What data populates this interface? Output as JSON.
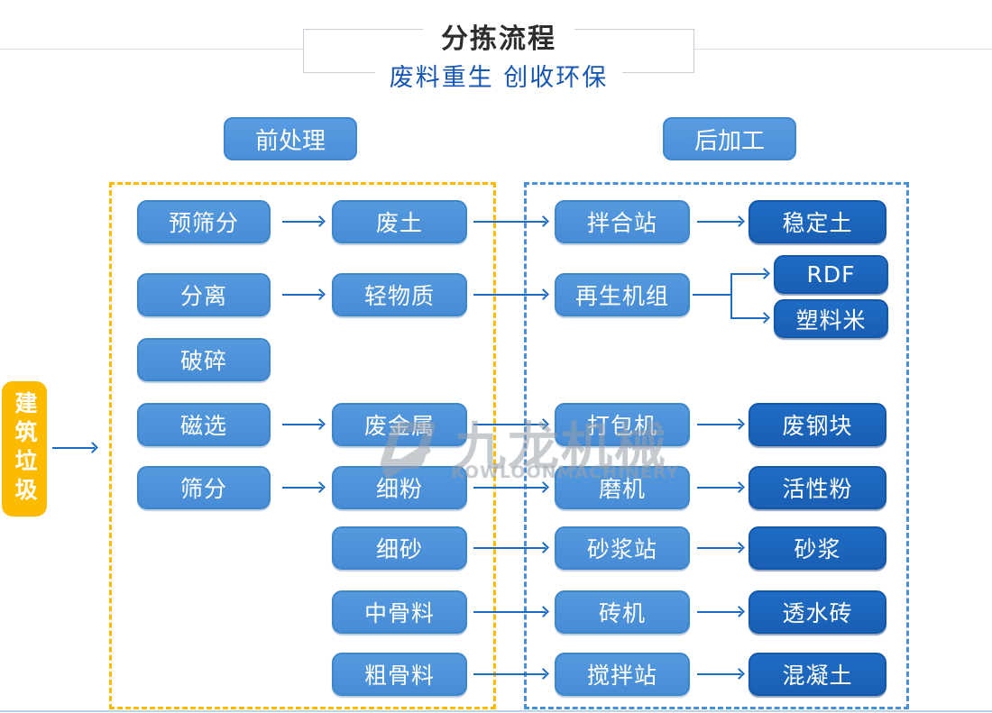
{
  "header": {
    "title": "分拣流程",
    "subtitle": "废料重生 创收环保"
  },
  "sections": {
    "pre_label": "前处理",
    "post_label": "后加工"
  },
  "source_label": "建筑垃圾",
  "watermark": {
    "cn": "九龙机械",
    "en": "KOWLOONMACHINERY"
  },
  "nodes": {
    "yushaifen": {
      "label": "预筛分"
    },
    "fenli": {
      "label": "分离"
    },
    "posui": {
      "label": "破碎"
    },
    "cixuan": {
      "label": "磁选"
    },
    "shaifen": {
      "label": "筛分"
    },
    "feitu": {
      "label": "废土"
    },
    "qingwuzhi": {
      "label": "轻物质"
    },
    "feijinshu": {
      "label": "废金属"
    },
    "xifen": {
      "label": "细粉"
    },
    "xisha": {
      "label": "细砂"
    },
    "zhongguliao": {
      "label": "中骨料"
    },
    "cuguliao": {
      "label": "粗骨料"
    },
    "banhezhan": {
      "label": "拌合站"
    },
    "zaishengjizu": {
      "label": "再生机组"
    },
    "dabaoji": {
      "label": "打包机"
    },
    "moji": {
      "label": "磨机"
    },
    "shajiangzhan": {
      "label": "砂浆站"
    },
    "zhuanji": {
      "label": "砖机"
    },
    "jiaobanzhan": {
      "label": "搅拌站"
    },
    "wendingtu": {
      "label": "稳定土"
    },
    "rdf": {
      "label": "RDF"
    },
    "suliaomi": {
      "label": "塑料米"
    },
    "feigangkuai": {
      "label": "废钢块"
    },
    "huoxingfen": {
      "label": "活性粉"
    },
    "shajiang": {
      "label": "砂浆"
    },
    "toushuizhuan": {
      "label": "透水砖"
    },
    "hunningtu": {
      "label": "混凝土"
    }
  },
  "edges": [
    {
      "from": "建筑垃圾",
      "to": "前处理"
    },
    {
      "from": "预筛分",
      "to": "废土"
    },
    {
      "from": "分离",
      "to": "轻物质"
    },
    {
      "from": "磁选",
      "to": "废金属"
    },
    {
      "from": "筛分",
      "to": "细粉"
    },
    {
      "from": "废土",
      "to": "拌合站"
    },
    {
      "from": "轻物质",
      "to": "再生机组"
    },
    {
      "from": "废金属",
      "to": "打包机"
    },
    {
      "from": "细粉",
      "to": "磨机"
    },
    {
      "from": "细砂",
      "to": "砂浆站"
    },
    {
      "from": "中骨料",
      "to": "砖机"
    },
    {
      "from": "粗骨料",
      "to": "搅拌站"
    },
    {
      "from": "拌合站",
      "to": "稳定土"
    },
    {
      "from": "再生机组",
      "to": "RDF"
    },
    {
      "from": "再生机组",
      "to": "塑料米"
    },
    {
      "from": "打包机",
      "to": "废钢块"
    },
    {
      "from": "磨机",
      "to": "活性粉"
    },
    {
      "from": "砂浆站",
      "to": "砂浆"
    },
    {
      "from": "砖机",
      "to": "透水砖"
    },
    {
      "from": "搅拌站",
      "to": "混凝土"
    }
  ],
  "colors": {
    "box_blue": "#4a91da",
    "box_blue_border": "#3d86c9",
    "box_dark_blue": "#1a66bd",
    "yellow": "#fcba00",
    "dashed_blue": "#4a90d9",
    "arrow_blue": "#1b6ac6",
    "subtitle_blue": "#1556b4",
    "title_dark": "#2d2d2d",
    "watermark_gray": "#99a1aa"
  }
}
